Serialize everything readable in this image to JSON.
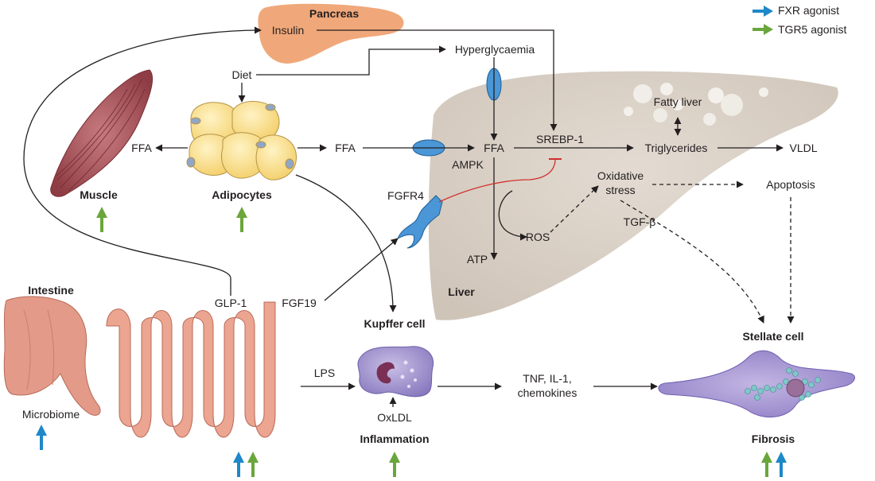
{
  "legend": {
    "fxr": {
      "label": "FXR agonist",
      "color": "#1e88c8"
    },
    "tgr5": {
      "label": "TGR5 agonist",
      "color": "#6aa63c"
    }
  },
  "organs": {
    "pancreas": "Pancreas",
    "muscle": "Muscle",
    "adipocytes": "Adipocytes",
    "liver": "Liver",
    "intestine": "Intestine",
    "kupffer": "Kupffer cell",
    "stellate": "Stellate cell"
  },
  "molecules": {
    "insulin": "Insulin",
    "diet": "Diet",
    "hyperglycaemia": "Hyperglycaemia",
    "ffa": "FFA",
    "srebp1": "SREBP-1",
    "triglycerides": "Triglycerides",
    "vldl": "VLDL",
    "fatty_liver": "Fatty liver",
    "ampk": "AMPK",
    "fgfr4": "FGFR4",
    "oxidative": "Oxidative",
    "stress": "stress",
    "apoptosis": "Apoptosis",
    "tgfb": "TGF-β",
    "ros": "ROS",
    "atp": "ATP",
    "glp1": "GLP-1",
    "fgf19": "FGF19",
    "lps": "LPS",
    "oxldl": "OxLDL",
    "tnf": "TNF, IL-1,",
    "chemokines": "chemokines",
    "microbiome": "Microbiome"
  },
  "outcomes": {
    "inflammation": "Inflammation",
    "fibrosis": "Fibrosis"
  },
  "colors": {
    "liver": "#ddd4cb",
    "pancreas": "#f0a87a",
    "muscle": "#a8555a",
    "adipocyte": "#fbe29a",
    "intestine": "#e6a08f",
    "kupffer": "#9f8fc8",
    "stellate": "#a08ccc",
    "receptor": "#4a96d6",
    "inhibition": "#d0312d"
  }
}
